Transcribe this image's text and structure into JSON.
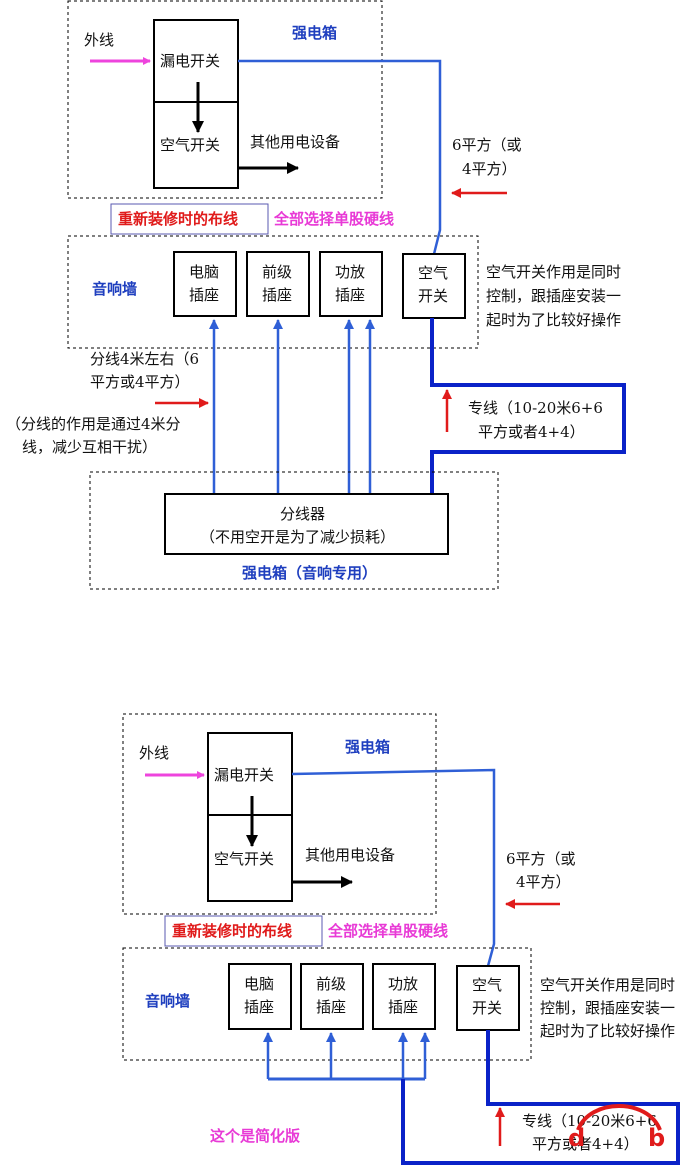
{
  "colors": {
    "blue_line": "#2f5fd6",
    "heavy_blue": "#0a22c8",
    "magenta": "#ee44dd",
    "red": "#e01b1b",
    "title_blue": "#1f3fbf"
  },
  "top": {
    "incoming": "外线",
    "rcd": "漏电开关",
    "breaker": "空气开关",
    "other_devices": "其他用电设备",
    "main_box": "强电箱",
    "cable_note_1": "6平方（或",
    "cable_note_2": "4平方）",
    "rewire_label": "重新装修时的布线",
    "hardwire_label": "全部选择单股硬线",
    "wall_label": "音响墙",
    "sockets": [
      {
        "l1": "电脑",
        "l2": "插座"
      },
      {
        "l1": "前级",
        "l2": "插座"
      },
      {
        "l1": "功放",
        "l2": "插座"
      }
    ],
    "switch_l1": "空气",
    "switch_l2": "开关",
    "switch_note": [
      "空气开关作用是同时",
      "控制，跟插座安装一",
      "起时为了比较好操作"
    ],
    "branch_note": [
      "分线4米左右（6",
      "平方或4平方）"
    ],
    "branch_purpose": [
      "（分线的作用是通过4米分",
      "线，减少互相干扰）"
    ],
    "dedicated_line": [
      "专线（10-20米6+6",
      "平方或者4+4）"
    ],
    "splitter_l1": "分线器",
    "splitter_l2": "（不用空开是为了减少损耗）",
    "audio_box": "强电箱（音响专用）"
  },
  "bottom": {
    "incoming": "外线",
    "rcd": "漏电开关",
    "breaker": "空气开关",
    "other_devices": "其他用电设备",
    "main_box": "强电箱",
    "cable_note_1": "6平方（或",
    "cable_note_2": "4平方）",
    "rewire_label": "重新装修时的布线",
    "hardwire_label": "全部选择单股硬线",
    "wall_label": "音响墙",
    "sockets": [
      {
        "l1": "电脑",
        "l2": "插座"
      },
      {
        "l1": "前级",
        "l2": "插座"
      },
      {
        "l1": "功放",
        "l2": "插座"
      }
    ],
    "switch_l1": "空气",
    "switch_l2": "开关",
    "switch_note": [
      "空气开关作用是同时",
      "控制，跟插座安装一",
      "起时为了比较好操作"
    ],
    "simplified": "这个是简化版",
    "dedicated_line": [
      "专线（10-20米6+6",
      "平方或者4+4）"
    ],
    "mark_d": "d",
    "mark_b": "b"
  }
}
